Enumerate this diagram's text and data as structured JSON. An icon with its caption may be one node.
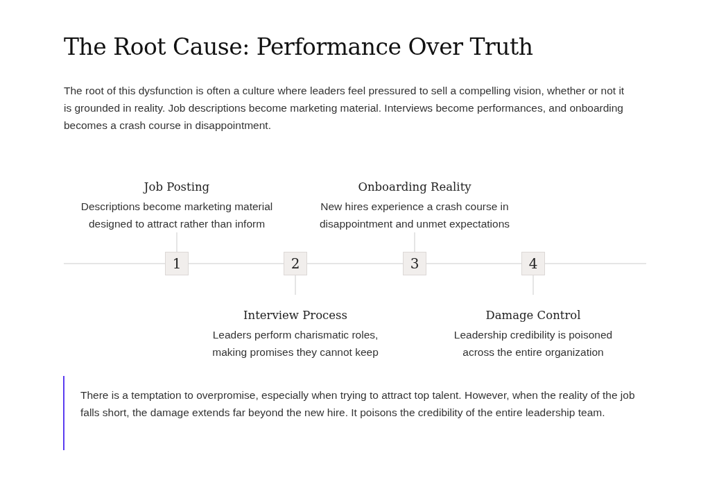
{
  "diagram": {
    "title": "The Root Cause: Performance Over Truth",
    "nodes": [
      {
        "text": [
          "Job Posting",
          "Descriptions become marketing material designed to attract rather than inform"
        ]
      },
      {
        "text": [
          "Onboarding Reality",
          "New hires experience a crash course in disappointment and unmet expectations"
        ]
      },
      {
        "text": [
          "1"
        ]
      },
      {
        "text": [
          "2"
        ]
      },
      {
        "text": [
          "3"
        ]
      },
      {
        "text": [
          "4"
        ]
      },
      {
        "text": [
          "Interview Process",
          "Leaders perform charismatic roles, making promises they cannot keep"
        ]
      },
      {
        "text": [
          "Damage Control",
          "Leadership credibility is poisoned across the entire organization"
        ]
      }
    ],
    "edges": [
      {
        "from": 2,
        "to": 0,
        "arrow": "none"
      },
      {
        "from": 3,
        "to": 6,
        "arrow": "none"
      },
      {
        "from": 4,
        "to": 1,
        "arrow": "none"
      },
      {
        "from": 5,
        "to": 7,
        "arrow": "none"
      },
      {
        "from": 2,
        "to": 3,
        "arrow": "none"
      },
      {
        "from": 3,
        "to": 4,
        "arrow": "none"
      },
      {
        "from": 4,
        "to": 5,
        "arrow": "none"
      }
    ],
    "labels": [
      "The root of this dysfunction is often a culture where leaders feel pressured to sell a compelling vision, whether or not it is grounded in reality. Job descriptions become marketing material. Interviews become performances, and onboarding becomes a crash course in disappointment.",
      "There is a temptation to overpromise, especially when trying to attract top talent. However, when the reality of the job falls short, the damage extends far beyond the new hire. It poisons the credibility of the entire leadership team."
    ]
  }
}
